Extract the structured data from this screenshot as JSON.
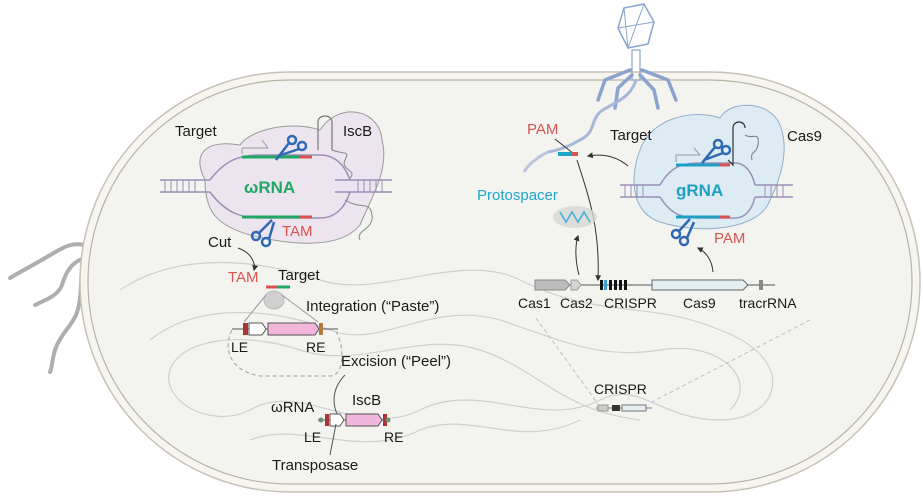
{
  "figure": {
    "title": "IscB and Cas9 mechanisms in a bacterial cell",
    "colors": {
      "cell_fill": "#f3f3f0",
      "cell_wall": "#cfc8bb",
      "iscb_protein": "#ece4ef",
      "cas9_protein": "#dcecf2",
      "wrna_green": "#1fa763",
      "grna_cyan": "#1f9fc4",
      "tam_pam_red": "#d9534f",
      "dna_purple": "#9a8fb6",
      "scissors_blue": "#2f68b5",
      "phage_blue": "#8aa4cf",
      "iscb_gene_pink": "#f2b6dc",
      "cas9_gene_fill": "#e4eef2"
    }
  },
  "iscb_panel": {
    "target_label": "Target",
    "protein_label": "IscB",
    "guide_label": "ωRNA",
    "motif_label": "TAM",
    "cut_label": "Cut",
    "cut_site": {
      "tam_label": "TAM",
      "target_label": "Target"
    },
    "integration_label": "Integration (“Paste”)",
    "excision_label": "Excision (“Peel”)",
    "circular_element": {
      "left_end": "LE",
      "right_end": "RE"
    },
    "genomic_element": {
      "wrna_label": "ωRNA",
      "iscb_label": "IscB",
      "left_end": "LE",
      "right_end": "RE",
      "transposase_label": "Transposase"
    }
  },
  "cas9_panel": {
    "pam_top_label": "PAM",
    "target_label": "Target",
    "protein_label": "Cas9",
    "guide_label": "gRNA",
    "pam_bottom_label": "PAM",
    "protospacer_label": "Protospacer",
    "locus_genes": [
      "Cas1",
      "Cas2",
      "CRISPR",
      "Cas9",
      "tracrRNA"
    ],
    "genome_locus_label": "CRISPR"
  }
}
